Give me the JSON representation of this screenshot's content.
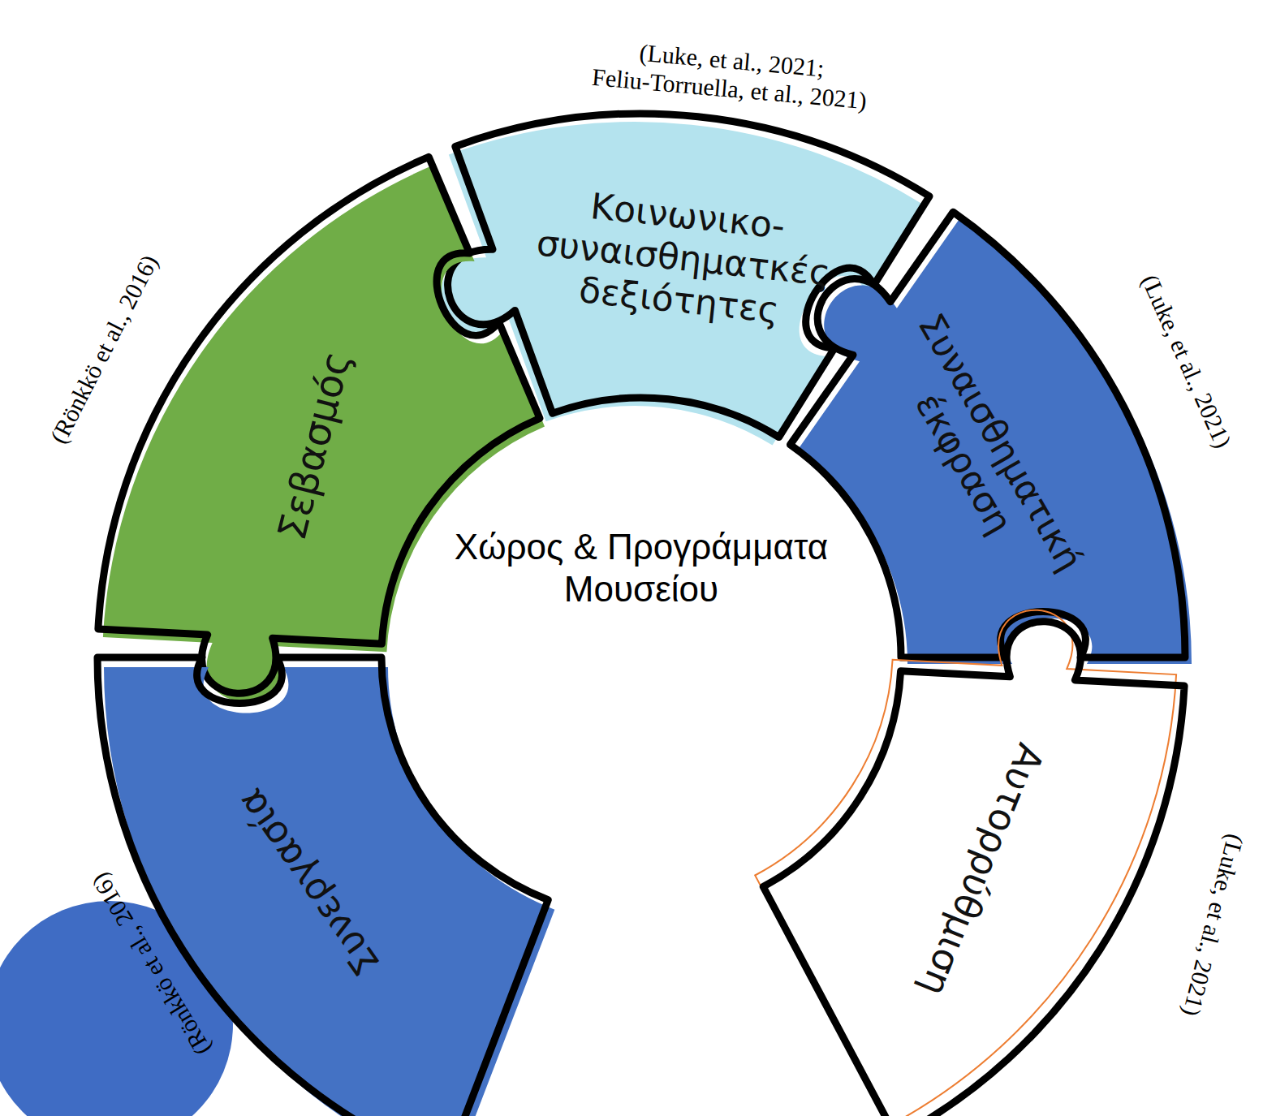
{
  "diagram": {
    "nodes": [
      {
        "text": [
          "Κοινωνικο- συναισθηματκές δεξιότητες"
        ]
      },
      {
        "text": [
          "Σεβασμός"
        ]
      },
      {
        "text": [
          "Συναισθηματική έκφραση"
        ]
      },
      {
        "text": [
          "Συνεργασία"
        ]
      },
      {
        "text": [
          "Αυτορρύθμιση"
        ]
      }
    ],
    "labels": [
      "(Luke, et al., 2021; Feliu-Torruella, et al., 2021)",
      "(Rönkkö et al., 2016)",
      "(Luke, et al., 2021)",
      "Χώρος & Προγράμματα Μουσείου",
      "(Rönkkö et al., 2016)",
      "(Luke, et al., 2021)"
    ]
  }
}
